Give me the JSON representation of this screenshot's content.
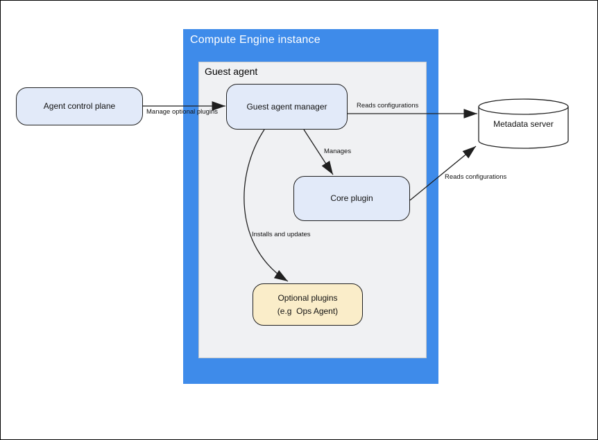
{
  "diagram": {
    "instance": {
      "title": "Compute Engine instance"
    },
    "guest_agent_panel": {
      "label": "Guest agent"
    },
    "nodes": {
      "agent_control_plane": {
        "label": "Agent control plane"
      },
      "guest_agent_manager": {
        "label": "Guest agent manager"
      },
      "core_plugin": {
        "label": "Core plugin"
      },
      "optional_plugins": {
        "line1": "Optional plugins",
        "line2": "(e.g  Ops Agent)"
      },
      "metadata_server": {
        "label": "Metadata server"
      }
    },
    "edges": {
      "manage_optional_plugins": {
        "label": "Manage optional plugins"
      },
      "manager_reads_configurations": {
        "label": "Reads configurations"
      },
      "manages": {
        "label": "Manages"
      },
      "installs_and_updates": {
        "label": "Installs and updates"
      },
      "core_reads_configurations": {
        "label": "Reads configurations"
      }
    },
    "colors": {
      "instance_fill": "#3e8bea",
      "panel_fill": "#f0f1f3",
      "panel_border": "#c8c8c8",
      "node_blue_fill": "#e2eaf9",
      "node_yellow_fill": "#faedc9",
      "stroke": "#1f1f1f",
      "title_text": "#ffffff"
    }
  }
}
